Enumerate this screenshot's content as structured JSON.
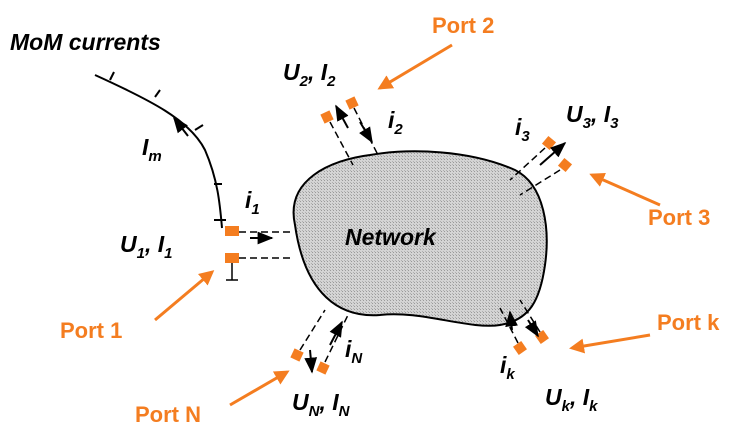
{
  "title": "MoM currents",
  "network_label": "Network",
  "accent_color": "#f47d20",
  "network_fill": "#c8c8c8",
  "ports": {
    "p1": {
      "label": "Port 1",
      "voltage": "U",
      "current": "I",
      "sub": "1",
      "inner_current": "i",
      "inner_sub": "1"
    },
    "p2": {
      "label": "Port 2",
      "voltage": "U",
      "current": "I",
      "sub": "2",
      "inner_current": "i",
      "inner_sub": "2"
    },
    "p3": {
      "label": "Port 3",
      "voltage": "U",
      "current": "I",
      "sub": "3",
      "inner_current": "i",
      "inner_sub": "3"
    },
    "pk": {
      "label": "Port k",
      "voltage": "U",
      "current": "I",
      "sub": "k",
      "inner_current": "i",
      "inner_sub": "k"
    },
    "pN": {
      "label": "Port N",
      "voltage": "U",
      "current": "I",
      "sub": "N",
      "inner_current": "i",
      "inner_sub": "N"
    }
  },
  "wire_current": {
    "symbol": "I",
    "sub": "m"
  },
  "separator": ", "
}
